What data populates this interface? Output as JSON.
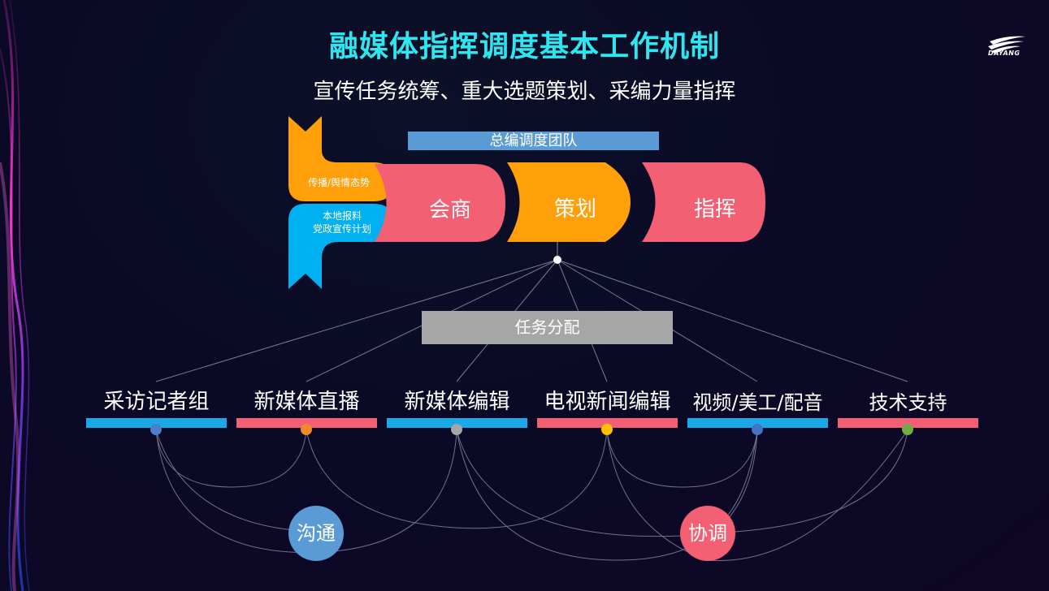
{
  "title": "融媒体指挥调度基本工作机制",
  "subtitle": "宣传任务统筹、重大选题策划、采编力量指挥",
  "logo": {
    "text": "DAYANG"
  },
  "team_bar": "总编调度团队",
  "inputs": {
    "top": "传播/舆情态势",
    "bottom_line1": "本地报料",
    "bottom_line2": "党政宣传计划"
  },
  "process": [
    {
      "label": "会商",
      "color": "#f35f73"
    },
    {
      "label": "策划",
      "color": "#ff9f0a"
    },
    {
      "label": "指挥",
      "color": "#f35f73"
    }
  ],
  "task_assign": "任务分配",
  "departments": [
    {
      "label": "采访记者组",
      "bar_color": "#1aa9e8",
      "dot_color": "#4f7fc9"
    },
    {
      "label": "新媒体直播",
      "bar_color": "#f35f73",
      "dot_color": "#f08a2c"
    },
    {
      "label": "新媒体编辑",
      "bar_color": "#1aa9e8",
      "dot_color": "#a6a6a6"
    },
    {
      "label": "电视新闻编辑",
      "bar_color": "#f35f73",
      "dot_color": "#ffc000"
    },
    {
      "label": "视频/美工/配音",
      "bar_color": "#1aa9e8",
      "dot_color": "#4472c4"
    },
    {
      "label": "技术支持",
      "bar_color": "#f35f73",
      "dot_color": "#70ad47"
    }
  ],
  "circles": [
    {
      "label": "沟通",
      "color": "#5b9bd5"
    },
    {
      "label": "协调",
      "color": "#f35f73"
    }
  ],
  "colors": {
    "title": "#2ee6f0",
    "orange": "#ff9f0a",
    "cyan": "#00b0f0",
    "pink": "#f35f73"
  }
}
